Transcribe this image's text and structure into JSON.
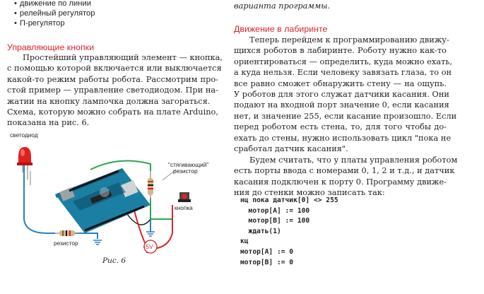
{
  "left": {
    "bullets": [
      "движение по линии",
      "релейный регулятор",
      "П-регулятор"
    ],
    "heading": "Управляющие кнопки",
    "paragraph_lines": [
      "Простейший управляющий элемент — кнопка,",
      "с помощью которой включается или выключается",
      "какой-то режим работы робота. Рассмотрим про-",
      "стой пример — управление светодиодом. При на-",
      "жатии на кнопку лампочка должна загораться.",
      "Схема, которую можно собрать на плате Arduino,",
      "показана на рис. 6."
    ],
    "figure": {
      "labels": {
        "led": "светодиод",
        "pullup_line1": "\"стягивающий\"",
        "pullup_line2": "резистор",
        "button": "кнопка",
        "resistor": "резистор",
        "voltage": "+5V"
      },
      "caption": "Рис. 6"
    }
  },
  "right": {
    "top_line": "варианта программы.",
    "heading": "Движение в лабиринте",
    "para1_lines": [
      "Теперь перейдем к программированию движу-",
      "щихся роботов в лабиринте. Роботу нужно как-то",
      "ориентироваться — определить, куда можно ехать,",
      "а куда нельзя. Если человеку завязать глаза, то он",
      "все равно сможет обнаружить стену — на ощупь.",
      "У роботов для этого служат датчики касания. Они",
      "подают на входной порт значение 0, если касания",
      "нет, и значение 255, если касание произошло. Если",
      "перед роботом есть стена, то, для того чтобы до-",
      "ехать до стены, нужно использовать цикл \"пока не",
      "сработал датчик касания\"."
    ],
    "para2_lines": [
      "Будем считать, что у платы управления роботом",
      "есть порты ввода с номерами 0, 1, 2 и т.д., и датчик",
      "касания подключен к порту 0. Программу движе-",
      "ния до стенки можно записать так:"
    ],
    "code_lines": [
      "нц пока датчик[0] <> 255",
      "  мотор[A] := 100",
      "  мотор[B] := 100",
      "  ждать(1)",
      "кц",
      "мотор[A] := 0",
      "мотор[B] := 0"
    ]
  }
}
